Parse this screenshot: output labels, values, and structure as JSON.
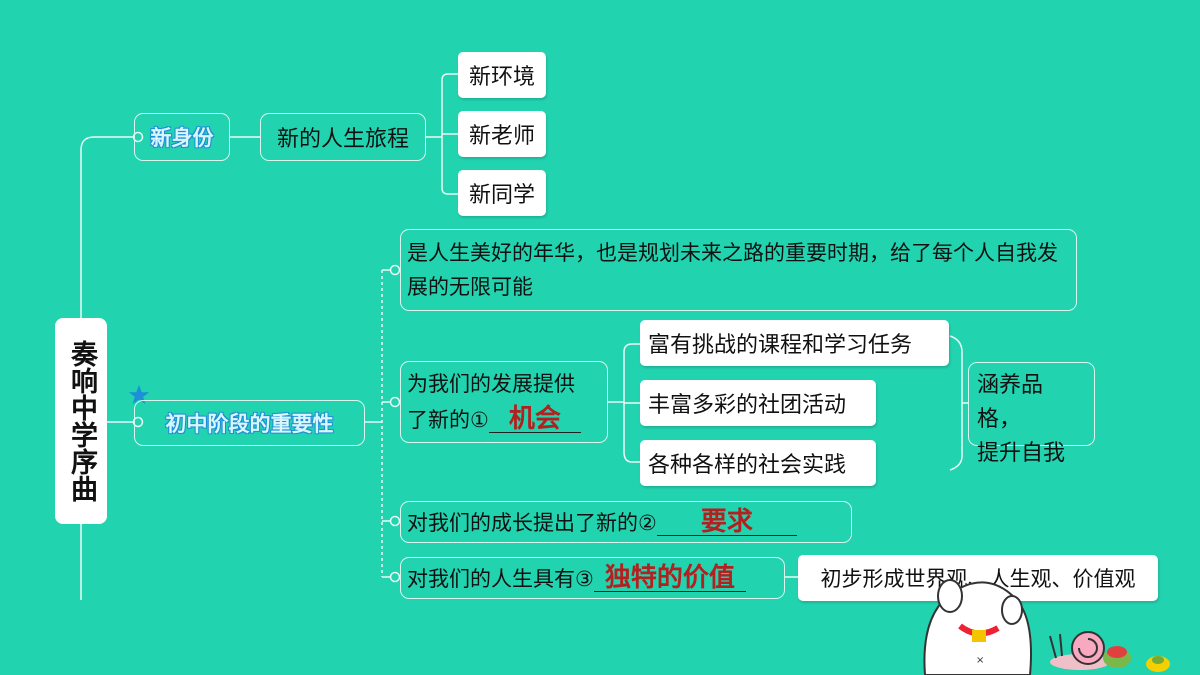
{
  "title": "奏响中学序曲",
  "branch1": {
    "label": "新身份",
    "sub": "新的人生旅程",
    "leaves": [
      "新环境",
      "新老师",
      "新同学"
    ]
  },
  "branch2": {
    "label": "初中阶段的重要性",
    "point1": "是人生美好的年华，也是规划未来之路的重要时期，给了每个人自我发展的无限可能",
    "point2": {
      "prefix_line1": "为我们的发展提供",
      "prefix_line2": "了新的①",
      "answer": "机会",
      "items": [
        "富有挑战的课程和学习任务",
        "丰富多彩的社团活动",
        "各种各样的社会实践"
      ],
      "result_line1": "涵养品格，",
      "result_line2": "提升自我"
    },
    "point3": {
      "prefix": "对我们的成长提出了新的②",
      "answer": "要求"
    },
    "point4": {
      "prefix": "对我们的人生具有③",
      "answer": "独特的价值",
      "result": "初步形成世界观、人生观、价值观"
    }
  },
  "colors": {
    "background": "#22d3b0",
    "answer": "#b32020",
    "branch_text": "#d9f6ff",
    "branch_outline": "#1d8fd6"
  }
}
